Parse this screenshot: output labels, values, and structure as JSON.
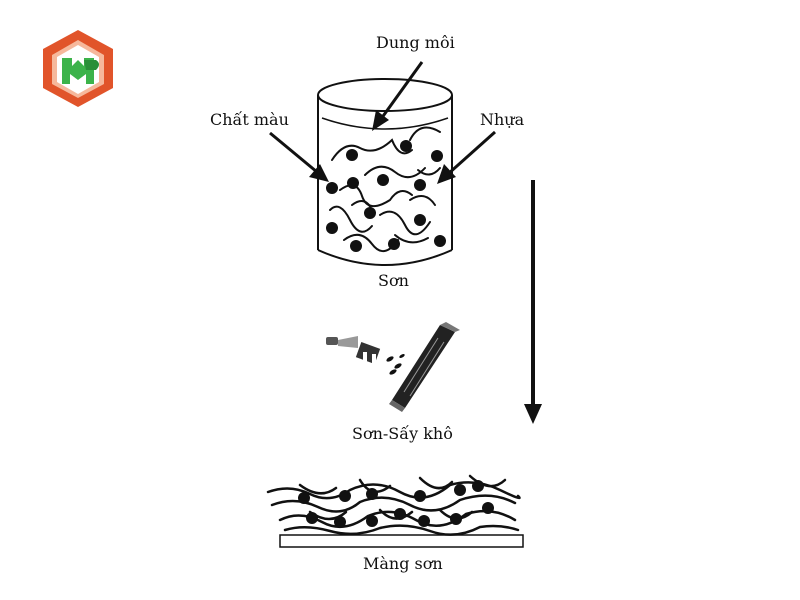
{
  "diagram": {
    "labels": {
      "solvent": "Dung môi",
      "pigment": "Chất màu",
      "resin": "Nhựa",
      "paint": "Sơn",
      "spray_dry": "Sơn-Sấy khô",
      "paint_film": "Màng sơn"
    },
    "icons": {
      "logo": "mp-hexagon-logo",
      "container": "beaker",
      "spray": "spray-gun",
      "panel": "painted-panel",
      "film": "paint-film-substrate"
    },
    "colors": {
      "logo_outer": "#e1542a",
      "logo_inner": "#f6b89c",
      "logo_letters": "#3cb34a",
      "ink": "#111111"
    }
  }
}
